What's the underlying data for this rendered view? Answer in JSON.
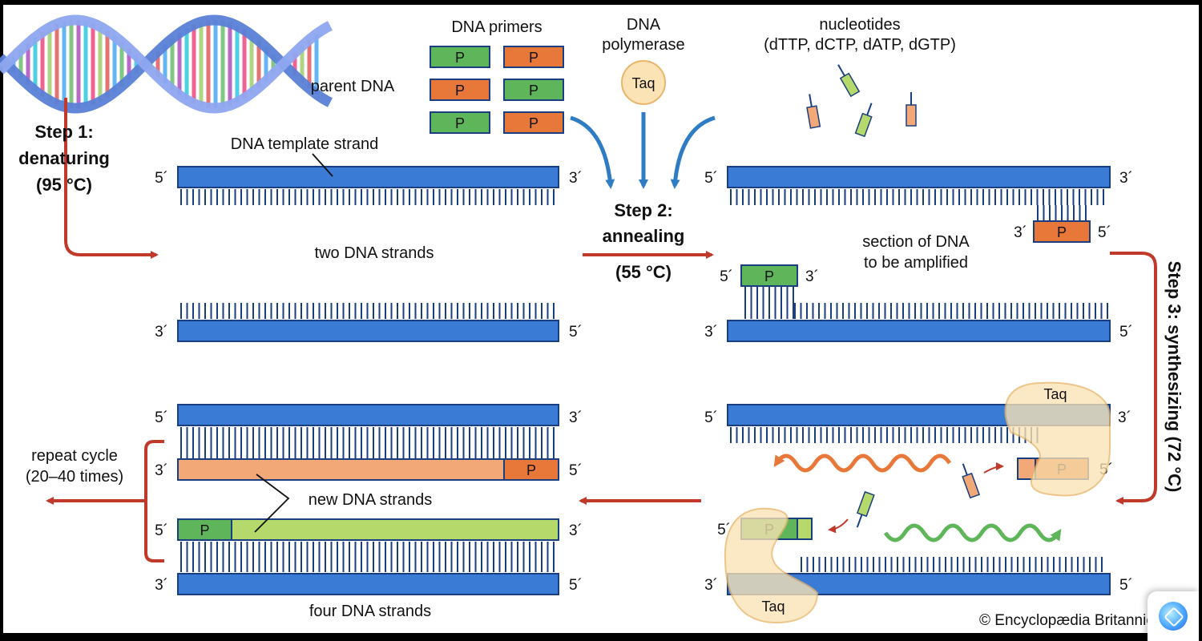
{
  "colors": {
    "strand": "#3a7bd5",
    "strand_edge": "#1a3f80",
    "primer_orange": "#e8783a",
    "primer_green": "#5fb55a",
    "new_orange": "#f2a877",
    "new_green": "#b5d96a",
    "arrow_red": "#c0392b",
    "arrow_blue": "#2e7cc4",
    "taq_fill": "#fbe3b5"
  },
  "labels": {
    "step1_line1": "Step 1:",
    "step1_line2": "denaturing",
    "step1_line3": "(95 °C)",
    "step2_line1": "Step 2:",
    "step2_line2": "annealing",
    "step2_line3": "(55 °C)",
    "step3": "Step 3: synthesizing (72 °C)",
    "parent_dna": "parent DNA",
    "dna_primers": "DNA primers",
    "polymerase_line1": "DNA",
    "polymerase_line2": "polymerase",
    "nucleotides_line1": "nucleotides",
    "nucleotides_line2": "(dTTP, dCTP, dATP, dGTP)",
    "template_strand": "DNA template strand",
    "two_strands": "two DNA strands",
    "section_line1": "section of DNA",
    "section_line2": "to be amplified",
    "new_strands": "new DNA strands",
    "four_strands": "four DNA strands",
    "repeat_line1": "repeat cycle",
    "repeat_line2": "(20–40 times)",
    "copyright": "© Encyclopædia Britannic",
    "taq": "Taq",
    "primer": "P",
    "five_prime": "5´",
    "three_prime": "3´"
  },
  "icons": {
    "assistant": "assistant-sparkle-icon"
  }
}
